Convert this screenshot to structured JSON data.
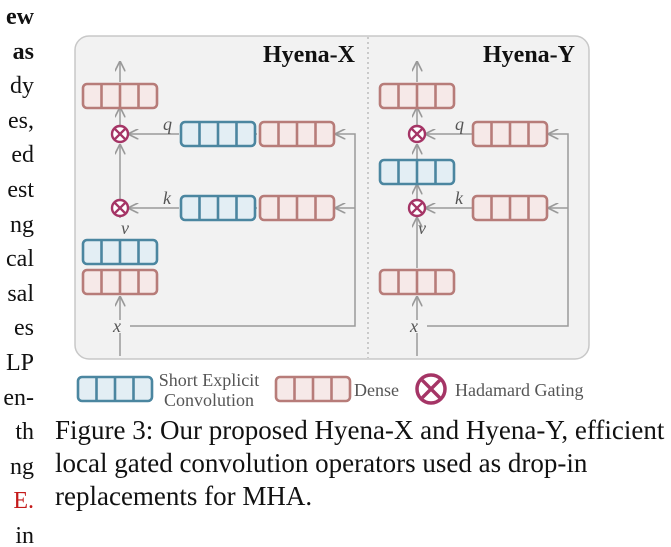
{
  "left_column": {
    "lines": [
      {
        "text": "ew",
        "style": "bold"
      },
      {
        "text": "as",
        "style": "bold"
      },
      {
        "text": "dy",
        "style": ""
      },
      {
        "text": "es,",
        "style": ""
      },
      {
        "text": "ed",
        "style": ""
      },
      {
        "text": "est",
        "style": ""
      },
      {
        "text": "ng",
        "style": ""
      },
      {
        "text": "cal",
        "style": ""
      },
      {
        "text": "sal",
        "style": ""
      },
      {
        "text": "es",
        "style": ""
      },
      {
        "text": "LP",
        "style": ""
      },
      {
        "text": "en-",
        "style": ""
      },
      {
        "text": "th",
        "style": ""
      },
      {
        "text": "ng",
        "style": ""
      },
      {
        "text": "E.",
        "style": "red"
      },
      {
        "text": "in",
        "style": ""
      }
    ]
  },
  "diagram": {
    "panel_x_title": "Hyena-X",
    "panel_y_title": "Hyena-Y",
    "labels": {
      "q": "q",
      "k": "k",
      "v": "v",
      "x": "x"
    },
    "colors": {
      "conv_stroke": "#4b86a0",
      "conv_fill": "#e3eef4",
      "dense_stroke": "#b77c79",
      "dense_fill": "#f6e9e8",
      "gate": "#a53566",
      "panel_bg": "#f2f2f2",
      "panel_border": "#c8c8c8",
      "arrow": "#9a9a9a"
    }
  },
  "legend": {
    "conv_label_line1": "Short Explicit",
    "conv_label_line2": "Convolution",
    "dense_label": "Dense",
    "gate_label": "Hadamard Gating"
  },
  "caption": {
    "text": "Figure 3: Our proposed Hyena-X and Hyena-Y, efficient local gated convolution operators used as drop-in replacements for MHA."
  }
}
